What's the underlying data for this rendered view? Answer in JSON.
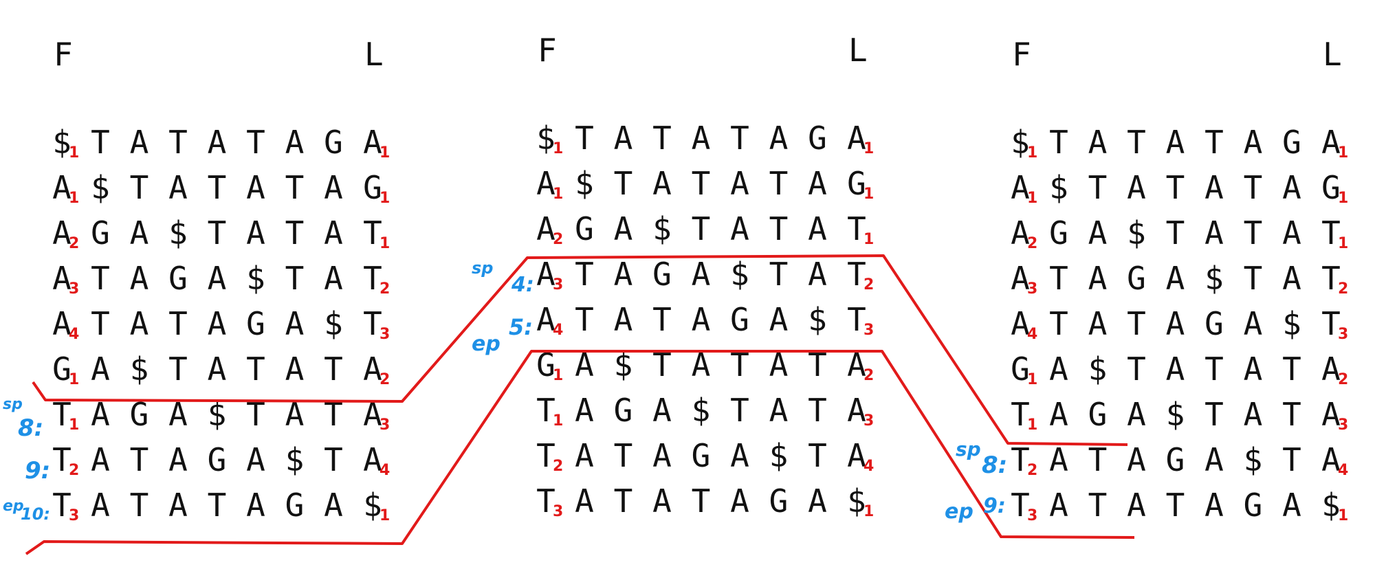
{
  "headers": {
    "first": "F",
    "last": "L"
  },
  "colors": {
    "text": "#111111",
    "subscript": "#e21a1a",
    "annotation": "#1e90e6",
    "line": "#e21a1a"
  },
  "matrices": [
    {
      "rows": [
        {
          "f": "$",
          "fsub": "1",
          "mid": [
            "T",
            "A",
            "T",
            "A",
            "T",
            "A",
            "G"
          ],
          "l": "A",
          "lsub": "1"
        },
        {
          "f": "A",
          "fsub": "1",
          "mid": [
            "$",
            "T",
            "A",
            "T",
            "A",
            "T",
            "A"
          ],
          "l": "G",
          "lsub": "1"
        },
        {
          "f": "A",
          "fsub": "2",
          "mid": [
            "G",
            "A",
            "$",
            "T",
            "A",
            "T",
            "A"
          ],
          "l": "T",
          "lsub": "1"
        },
        {
          "f": "A",
          "fsub": "3",
          "mid": [
            "T",
            "A",
            "G",
            "A",
            "$",
            "T",
            "A"
          ],
          "l": "T",
          "lsub": "2"
        },
        {
          "f": "A",
          "fsub": "4",
          "mid": [
            "T",
            "A",
            "T",
            "A",
            "G",
            "A",
            "$"
          ],
          "l": "T",
          "lsub": "3"
        },
        {
          "f": "G",
          "fsub": "1",
          "mid": [
            "A",
            "$",
            "T",
            "A",
            "T",
            "A",
            "T"
          ],
          "l": "A",
          "lsub": "2"
        },
        {
          "f": "T",
          "fsub": "1",
          "mid": [
            "A",
            "G",
            "A",
            "$",
            "T",
            "A",
            "T"
          ],
          "l": "A",
          "lsub": "3"
        },
        {
          "f": "T",
          "fsub": "2",
          "mid": [
            "A",
            "T",
            "A",
            "G",
            "A",
            "$",
            "T"
          ],
          "l": "A",
          "lsub": "4"
        },
        {
          "f": "T",
          "fsub": "3",
          "mid": [
            "A",
            "T",
            "A",
            "T",
            "A",
            "G",
            "A"
          ],
          "l": "$",
          "lsub": "1"
        }
      ]
    },
    {
      "rows": [
        {
          "f": "$",
          "fsub": "1",
          "mid": [
            "T",
            "A",
            "T",
            "A",
            "T",
            "A",
            "G"
          ],
          "l": "A",
          "lsub": "1"
        },
        {
          "f": "A",
          "fsub": "1",
          "mid": [
            "$",
            "T",
            "A",
            "T",
            "A",
            "T",
            "A"
          ],
          "l": "G",
          "lsub": "1"
        },
        {
          "f": "A",
          "fsub": "2",
          "mid": [
            "G",
            "A",
            "$",
            "T",
            "A",
            "T",
            "A"
          ],
          "l": "T",
          "lsub": "1"
        },
        {
          "f": "A",
          "fsub": "3",
          "mid": [
            "T",
            "A",
            "G",
            "A",
            "$",
            "T",
            "A"
          ],
          "l": "T",
          "lsub": "2"
        },
        {
          "f": "A",
          "fsub": "4",
          "mid": [
            "T",
            "A",
            "T",
            "A",
            "G",
            "A",
            "$"
          ],
          "l": "T",
          "lsub": "3"
        },
        {
          "f": "G",
          "fsub": "1",
          "mid": [
            "A",
            "$",
            "T",
            "A",
            "T",
            "A",
            "T"
          ],
          "l": "A",
          "lsub": "2"
        },
        {
          "f": "T",
          "fsub": "1",
          "mid": [
            "A",
            "G",
            "A",
            "$",
            "T",
            "A",
            "T"
          ],
          "l": "A",
          "lsub": "3"
        },
        {
          "f": "T",
          "fsub": "2",
          "mid": [
            "A",
            "T",
            "A",
            "G",
            "A",
            "$",
            "T"
          ],
          "l": "A",
          "lsub": "4"
        },
        {
          "f": "T",
          "fsub": "3",
          "mid": [
            "A",
            "T",
            "A",
            "T",
            "A",
            "G",
            "A"
          ],
          "l": "$",
          "lsub": "1"
        }
      ]
    },
    {
      "rows": [
        {
          "f": "$",
          "fsub": "1",
          "mid": [
            "T",
            "A",
            "T",
            "A",
            "T",
            "A",
            "G"
          ],
          "l": "A",
          "lsub": "1"
        },
        {
          "f": "A",
          "fsub": "1",
          "mid": [
            "$",
            "T",
            "A",
            "T",
            "A",
            "T",
            "A"
          ],
          "l": "G",
          "lsub": "1"
        },
        {
          "f": "A",
          "fsub": "2",
          "mid": [
            "G",
            "A",
            "$",
            "T",
            "A",
            "T",
            "A"
          ],
          "l": "T",
          "lsub": "1"
        },
        {
          "f": "A",
          "fsub": "3",
          "mid": [
            "T",
            "A",
            "G",
            "A",
            "$",
            "T",
            "A"
          ],
          "l": "T",
          "lsub": "2"
        },
        {
          "f": "A",
          "fsub": "4",
          "mid": [
            "T",
            "A",
            "T",
            "A",
            "G",
            "A",
            "$"
          ],
          "l": "T",
          "lsub": "3"
        },
        {
          "f": "G",
          "fsub": "1",
          "mid": [
            "A",
            "$",
            "T",
            "A",
            "T",
            "A",
            "T"
          ],
          "l": "A",
          "lsub": "2"
        },
        {
          "f": "T",
          "fsub": "1",
          "mid": [
            "A",
            "G",
            "A",
            "$",
            "T",
            "A",
            "T"
          ],
          "l": "A",
          "lsub": "3"
        },
        {
          "f": "T",
          "fsub": "2",
          "mid": [
            "A",
            "T",
            "A",
            "G",
            "A",
            "$",
            "T"
          ],
          "l": "A",
          "lsub": "4"
        },
        {
          "f": "T",
          "fsub": "3",
          "mid": [
            "A",
            "T",
            "A",
            "T",
            "A",
            "G",
            "A"
          ],
          "l": "$",
          "lsub": "1"
        }
      ]
    }
  ],
  "annotations": {
    "m1": {
      "sp": "sp",
      "sp_idx": "8:",
      "idx9": "9:",
      "ep": "ep",
      "ep_idx": "10:"
    },
    "m2": {
      "sp": "sp",
      "idx4": "4:",
      "idx5": "5:",
      "ep": "ep"
    },
    "m3": {
      "sp": "sp",
      "sp_idx": "8:",
      "ep": "ep",
      "ep_idx": "9:"
    }
  }
}
